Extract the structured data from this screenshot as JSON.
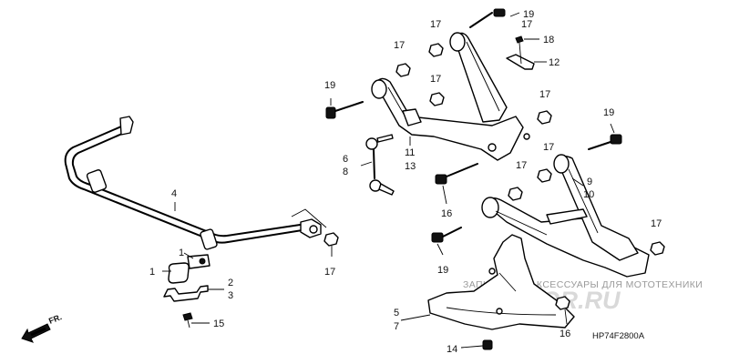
{
  "callouts": {
    "n1a": "1",
    "n1b": "1",
    "n2": "2",
    "n3": "3",
    "n4": "4",
    "n5": "5",
    "n6": "6",
    "n7": "7",
    "n8": "8",
    "n9": "9",
    "n10": "10",
    "n11": "11",
    "n12": "12",
    "n13": "13",
    "n14": "14",
    "n15": "15",
    "n16a": "16",
    "n16b": "16",
    "n17a": "17",
    "n17b": "17",
    "n17c": "17",
    "n17d": "17",
    "n17e": "17",
    "n17f": "17",
    "n17g": "17",
    "n17h": "17",
    "n17i": "17",
    "n18": "18",
    "n19a": "19",
    "n19b": "19",
    "n19c": "19",
    "n19d": "19"
  },
  "watermark": {
    "caption": "ЗАПЧАСТИ И АКСЕССУАРЫ ДЛЯ МОТОТЕХНИКИ",
    "brand": "PARTSFOR.RU"
  },
  "diagram_code": "HP74F2800A",
  "front_arrow_label": "FR."
}
